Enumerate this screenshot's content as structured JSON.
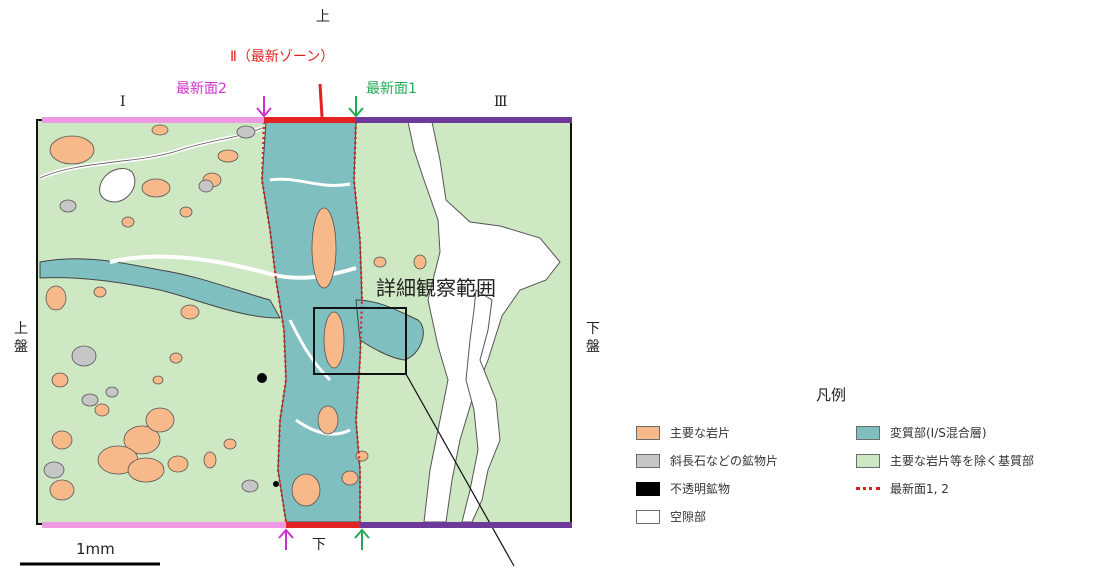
{
  "labels": {
    "top": "上",
    "bottom": "下",
    "hanging_wall": "上\n盤",
    "footwall": "下\n盤",
    "zone_I": "Ⅰ",
    "zone_III": "Ⅲ",
    "zone_II": "Ⅱ（最新ゾーン）",
    "newest_plane_2": "最新面2",
    "newest_plane_1": "最新面1",
    "detail_area": "詳細観察範囲",
    "scale": "1mm"
  },
  "legend": {
    "title": "凡例",
    "items": [
      {
        "label": "主要な岩片",
        "color": "#f7b98a"
      },
      {
        "label": "斜長石などの鉱物片",
        "color": "#c6c6c6"
      },
      {
        "label": "不透明鉱物",
        "color": "#000000"
      },
      {
        "label": "空隙部",
        "color": "#ffffff"
      },
      {
        "label": "変質部(I/S混合層)",
        "color": "#7fbfc0"
      },
      {
        "label": "主要な岩片等を除く基質部",
        "color": "#cfe8c4"
      },
      {
        "label": "最新面1, 2",
        "color": "#d92020"
      }
    ]
  },
  "colors": {
    "matrix": "#cfe8c4",
    "altered": "#7fbfc0",
    "rock": "#f7b98a",
    "mineral": "#c6c6c6",
    "zone_I_bar": "#ee99e4",
    "zone_II_bar": "#e32222",
    "zone_III_bar": "#6d3a9a",
    "arrow_magenta": "#cc33cc",
    "arrow_green": "#22aa55",
    "red_text": "#e32222"
  }
}
